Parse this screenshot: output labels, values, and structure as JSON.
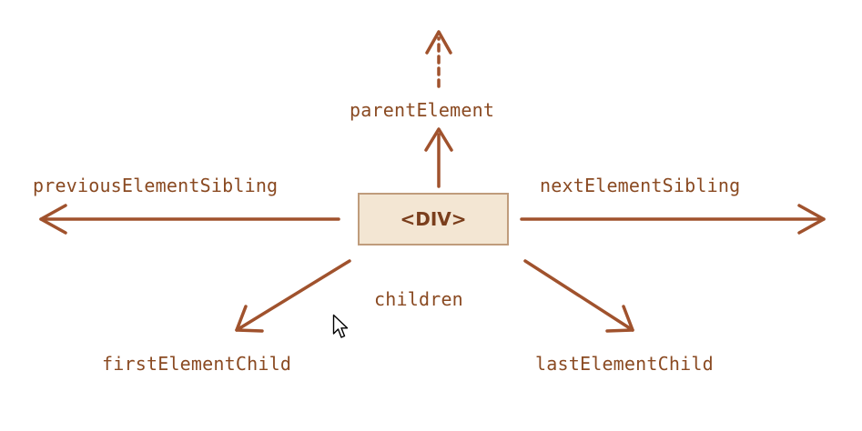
{
  "diagram": {
    "center_node": "<DIV>",
    "labels": {
      "parent": "parentElement",
      "previous_sibling": "previousElementSibling",
      "next_sibling": "nextElementSibling",
      "children": "children",
      "first_child": "firstElementChild",
      "last_child": "lastElementChild"
    },
    "colors": {
      "arrow": "#a0522d",
      "text": "#8a4a22",
      "box_fill": "#f3e6d3",
      "box_border": "#bf9c7c"
    },
    "icons": {
      "cursor": "mouse-pointer-icon"
    }
  }
}
